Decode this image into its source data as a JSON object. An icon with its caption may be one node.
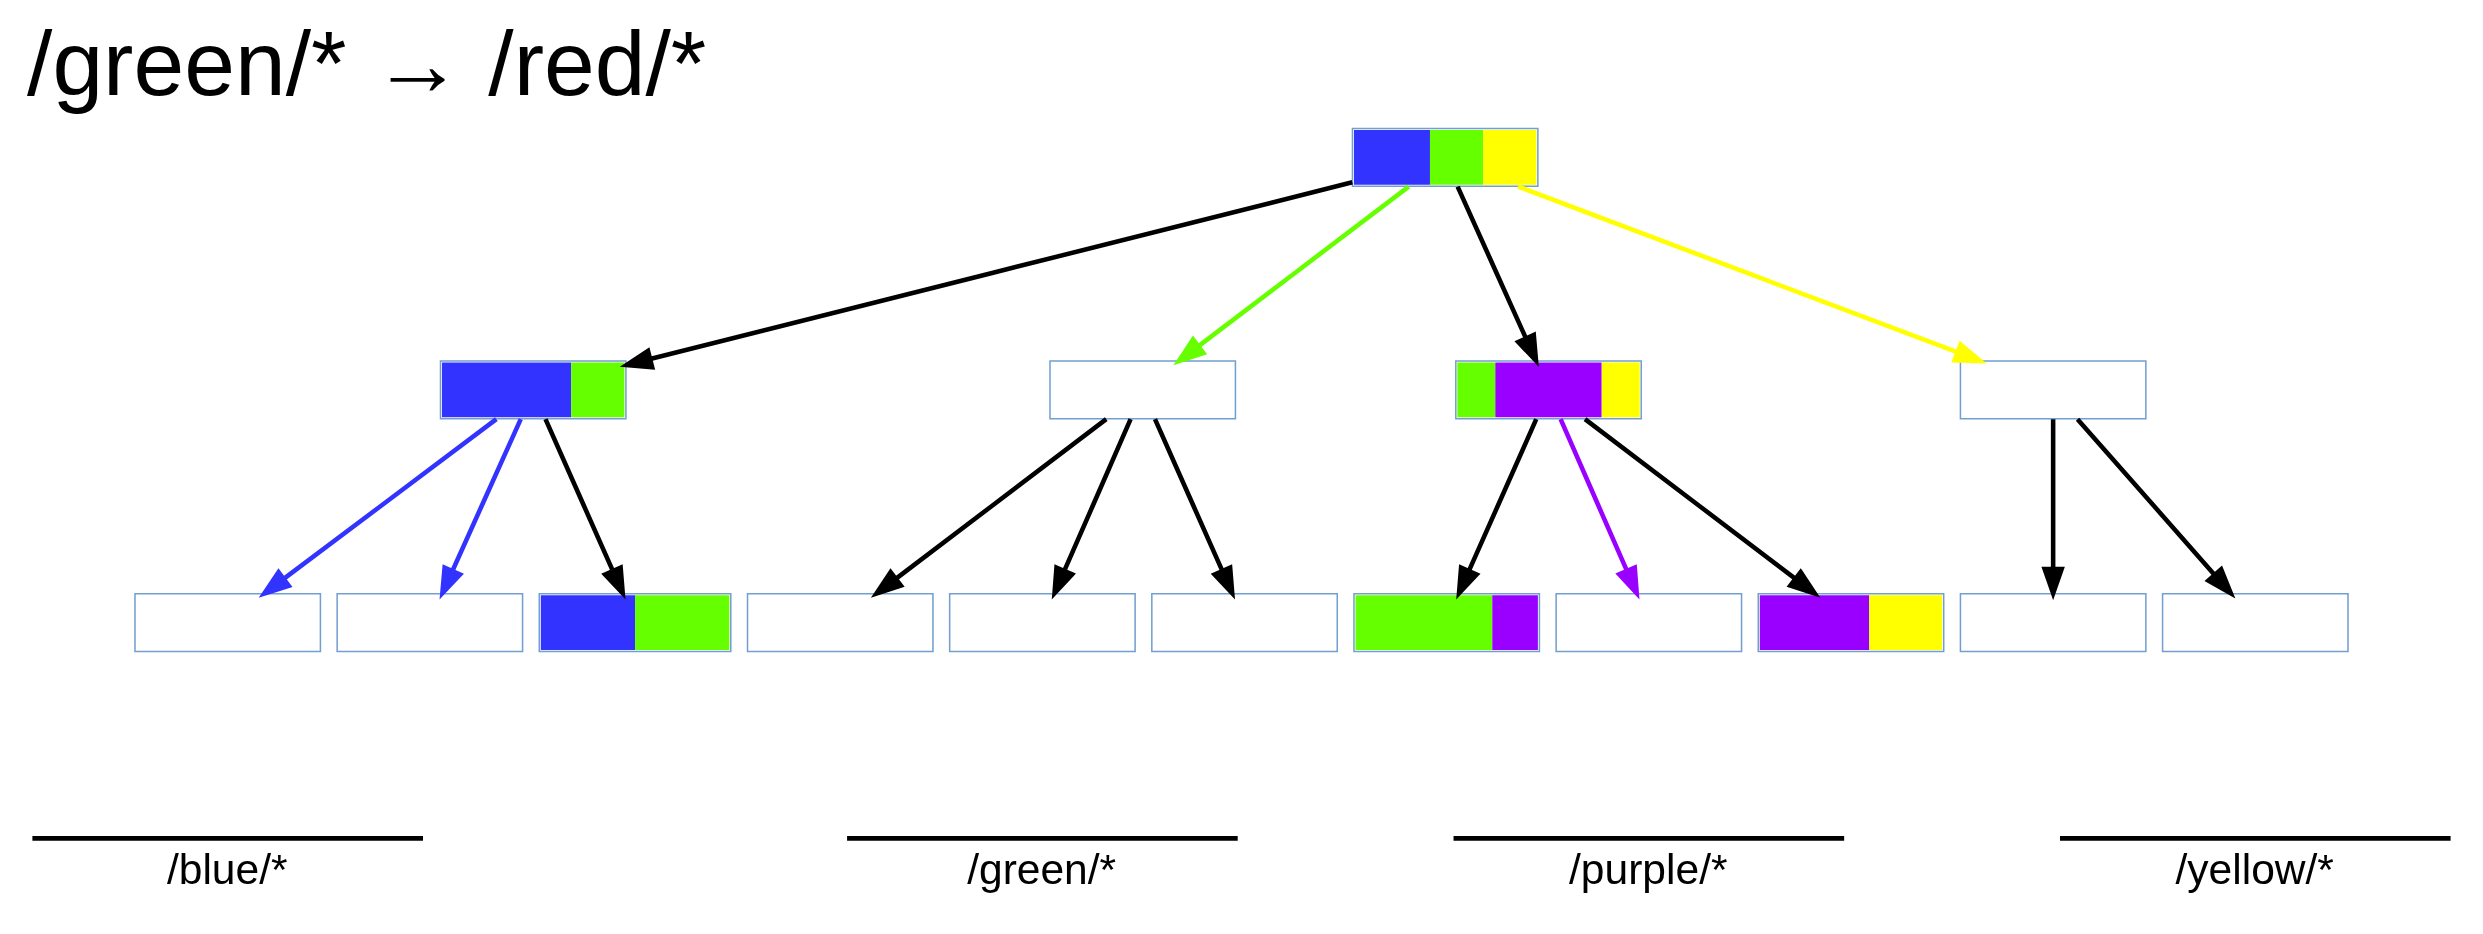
{
  "diagram": {
    "title": "/green/* → /red/*",
    "nodes": [
      {
        "text": [],
        "shape": "box"
      },
      {
        "text": [],
        "shape": "box"
      },
      {
        "text": [],
        "shape": "box"
      },
      {
        "text": [],
        "shape": "box"
      },
      {
        "text": [],
        "shape": "box"
      },
      {
        "text": [],
        "shape": "box"
      },
      {
        "text": [],
        "shape": "box"
      },
      {
        "text": [],
        "shape": "box"
      },
      {
        "text": [],
        "shape": "box"
      },
      {
        "text": [],
        "shape": "box"
      },
      {
        "text": [],
        "shape": "box"
      },
      {
        "text": [],
        "shape": "box"
      },
      {
        "text": [],
        "shape": "box"
      },
      {
        "text": [],
        "shape": "box"
      },
      {
        "text": [],
        "shape": "box"
      },
      {
        "text": [],
        "shape": "box"
      }
    ],
    "edges": [
      {
        "from": 0,
        "to": 1,
        "arrow": "to"
      },
      {
        "from": 0,
        "to": 2,
        "arrow": "to",
        "color": "#66ff00"
      },
      {
        "from": 0,
        "to": 3,
        "arrow": "to"
      },
      {
        "from": 0,
        "to": 4,
        "arrow": "to",
        "color": "#ffff00"
      },
      {
        "from": 1,
        "to": 5,
        "arrow": "to",
        "color": "#3333ff"
      },
      {
        "from": 1,
        "to": 6,
        "arrow": "to",
        "color": "#3333ff"
      },
      {
        "from": 1,
        "to": 7,
        "arrow": "to"
      },
      {
        "from": 2,
        "to": 8,
        "arrow": "to"
      },
      {
        "from": 2,
        "to": 9,
        "arrow": "to"
      },
      {
        "from": 2,
        "to": 10,
        "arrow": "to"
      },
      {
        "from": 3,
        "to": 11,
        "arrow": "to"
      },
      {
        "from": 3,
        "to": 12,
        "arrow": "to",
        "color": "#9900ff"
      },
      {
        "from": 3,
        "to": 13,
        "arrow": "to"
      },
      {
        "from": 4,
        "to": 14,
        "arrow": "to"
      },
      {
        "from": 4,
        "to": 15,
        "arrow": "to"
      }
    ],
    "labels": [
      "/blue/*",
      "/green/*",
      "/purple/*",
      "/yellow/*"
    ]
  }
}
